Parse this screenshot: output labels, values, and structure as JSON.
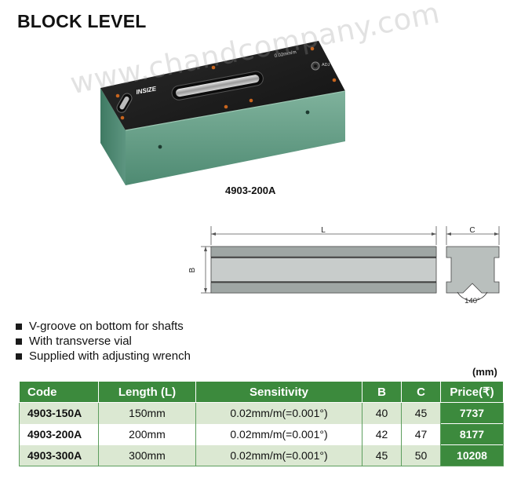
{
  "page": {
    "title": "BLOCK LEVEL"
  },
  "product": {
    "model_caption": "4903-200A",
    "brand": "INSIZE",
    "vial_scale": "0.02mm/m",
    "adj_label": "ADJ",
    "watermark": "www.chandcompany.com"
  },
  "drawing": {
    "length_label": "L",
    "height_label": "B",
    "width_label": "C",
    "angle_label": "140°"
  },
  "features": [
    "V-groove on bottom for shafts",
    "With transverse vial",
    "Supplied with adjusting wrench"
  ],
  "table": {
    "unit": "(mm)",
    "headers": {
      "code": "Code",
      "length": "Length (L)",
      "sensitivity": "Sensitivity",
      "b": "B",
      "c": "C",
      "price": "Price(₹)"
    },
    "rows": [
      {
        "code": "4903-150A",
        "length": "150mm",
        "sensitivity": "0.02mm/m(=0.001°)",
        "b": "40",
        "c": "45",
        "price": "7737"
      },
      {
        "code": "4903-200A",
        "length": "200mm",
        "sensitivity": "0.02mm/m(=0.001°)",
        "b": "42",
        "c": "47",
        "price": "8177"
      },
      {
        "code": "4903-300A",
        "length": "300mm",
        "sensitivity": "0.02mm/m(=0.001°)",
        "b": "45",
        "c": "50",
        "price": "10208"
      }
    ]
  },
  "colors": {
    "header_green": "#3c8a3d",
    "row_tint": "#dbe8d2",
    "block_body": "#5f9a83",
    "block_top": "#1f1f1f"
  }
}
